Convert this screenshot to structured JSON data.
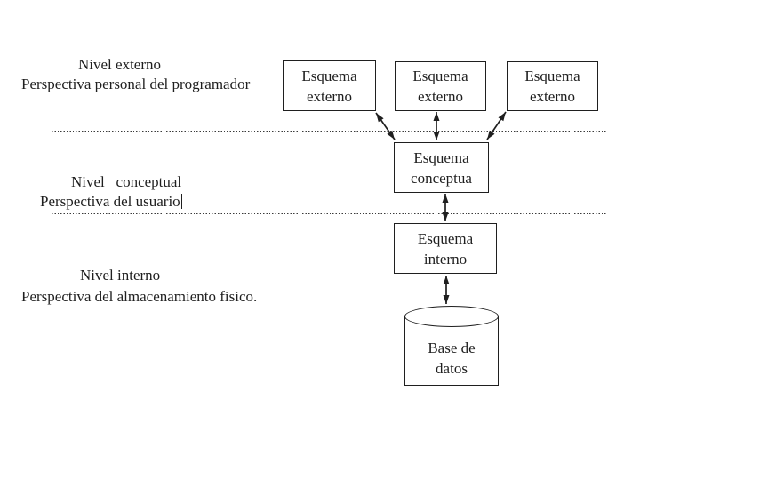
{
  "colors": {
    "ink": "#1f1f1f",
    "background": "#ffffff"
  },
  "levels": [
    {
      "title": "Nivel externo",
      "subtitle": "Perspectiva personal del programador"
    },
    {
      "title": "Nivel   conceptual",
      "subtitle": "Perspectiva del usuario"
    },
    {
      "title": "Nivel interno",
      "subtitle": "Perspectiva del almacenamiento fisico."
    }
  ],
  "boxes": {
    "external": [
      {
        "line1": "Esquema",
        "line2": "externo"
      },
      {
        "line1": "Esquema",
        "line2": "externo"
      },
      {
        "line1": "Esquema",
        "line2": "externo"
      }
    ],
    "conceptual": {
      "line1": "Esquema",
      "line2": "conceptua"
    },
    "internal": {
      "line1": "Esquema",
      "line2": "interno"
    },
    "database": {
      "line1": "Base de",
      "line2": "datos"
    }
  }
}
